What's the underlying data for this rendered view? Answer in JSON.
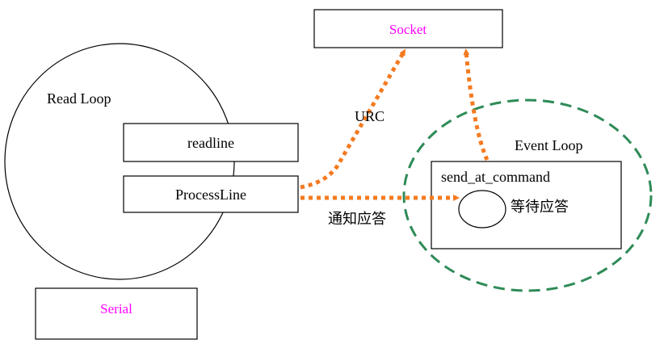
{
  "diagram": {
    "read_loop": {
      "label": "Read Loop"
    },
    "readline": {
      "label": "readline"
    },
    "process_line": {
      "label": "ProcessLine"
    },
    "serial": {
      "label": "Serial"
    },
    "socket": {
      "label": "Socket"
    },
    "event_loop": {
      "label": "Event Loop"
    },
    "send_at_command": {
      "label": "send_at_command"
    },
    "wait_response": {
      "label": "等待应答"
    },
    "urc_edge": {
      "label": "URC"
    },
    "notify_edge": {
      "label": "通知应答"
    }
  },
  "colors": {
    "arrow": "#f47a20",
    "event_loop_dash": "#2e8b57",
    "magenta_text": "#ff00ff",
    "stroke": "#000000"
  }
}
